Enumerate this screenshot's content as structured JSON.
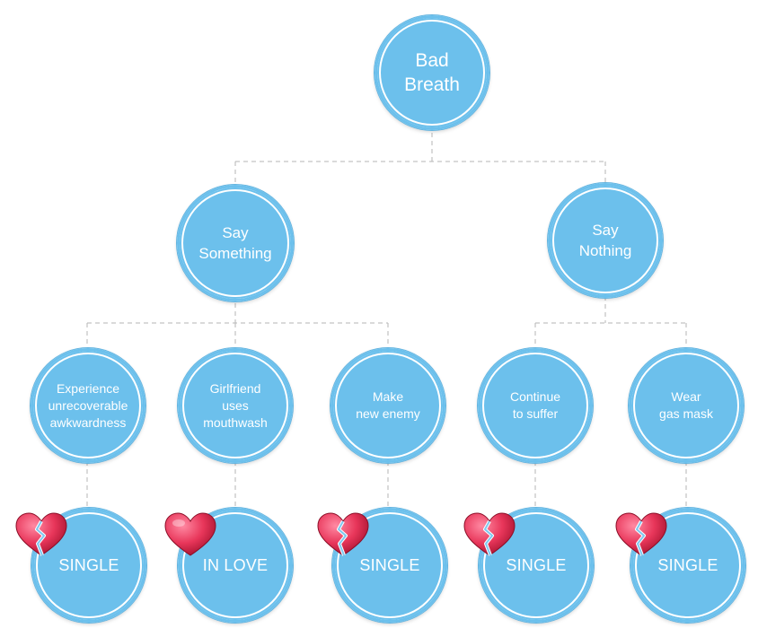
{
  "diagram": {
    "root": {
      "label": "Bad\nBreath"
    },
    "choices": [
      {
        "label": "Say\nSomething"
      },
      {
        "label": "Say\nNothing"
      }
    ],
    "consequences": [
      {
        "label": "Experience\nunrecoverable\nawkwardness"
      },
      {
        "label": "Girlfriend\nuses\nmouthwash"
      },
      {
        "label": "Make\nnew enemy"
      },
      {
        "label": "Continue\nto suffer"
      },
      {
        "label": "Wear\ngas mask"
      }
    ],
    "outcomes": [
      {
        "label": "SINGLE",
        "icon": "broken-heart-icon"
      },
      {
        "label": "IN LOVE",
        "icon": "heart-icon"
      },
      {
        "label": "SINGLE",
        "icon": "broken-heart-icon"
      },
      {
        "label": "SINGLE",
        "icon": "broken-heart-icon"
      },
      {
        "label": "SINGLE",
        "icon": "broken-heart-icon"
      }
    ],
    "colors": {
      "node_fill": "#6cc0ec",
      "node_text": "#ffffff",
      "connector": "#b5b5b5",
      "heart": "#e8365a"
    }
  }
}
